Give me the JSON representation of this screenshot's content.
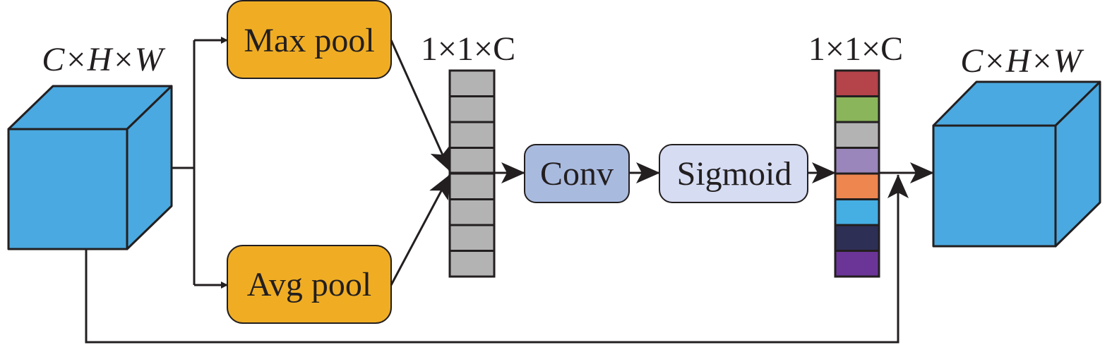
{
  "labels": {
    "input_dims": "C×H×W",
    "pooled_dims": "1×1×C",
    "weight_dims": "1×1×C",
    "output_dims": "C×H×W"
  },
  "nodes": {
    "max_pool": "Max pool",
    "avg_pool": "Avg pool",
    "conv": "Conv",
    "sigmoid": "Sigmoid"
  },
  "colors": {
    "cube": "#4aa9e0",
    "pool": "#f0ad24",
    "conv": "#a9badf",
    "sigmoid": "#d6dcf2",
    "vector_cell": "#b3b3b3",
    "line": "#231f20",
    "weights": [
      "#b5434a",
      "#8ab55a",
      "#b3b3b3",
      "#9a86ba",
      "#ee8650",
      "#45aee3",
      "#2e2f55",
      "#6a3597"
    ]
  }
}
